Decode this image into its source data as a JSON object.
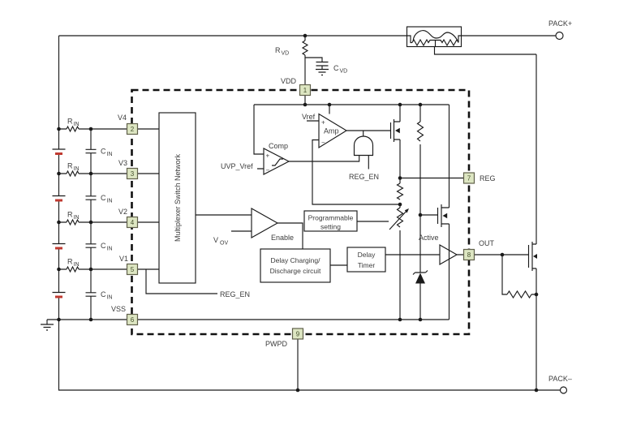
{
  "colors": {
    "background": "#ffffff",
    "line": "#1a1a1a",
    "text": "#3c3c3c",
    "pin_fill": "#dde6c2",
    "pin_border": "#60604a",
    "pin_text": "#44502c",
    "battery_red": "#c03a30"
  },
  "terminals": {
    "pack_plus": "PACK+",
    "pack_minus": "PACK–"
  },
  "passives": {
    "r_vd": {
      "base": "R",
      "sub": "VD"
    },
    "c_vd": {
      "base": "C",
      "sub": "VD"
    },
    "r_in": {
      "base": "R",
      "sub": "IN"
    },
    "c_in": {
      "base": "C",
      "sub": "IN"
    },
    "v_ov": {
      "base": "V",
      "sub": "OV"
    }
  },
  "pins": {
    "p1": {
      "num": "1",
      "label": "VDD"
    },
    "p2": {
      "num": "2",
      "label": "V4"
    },
    "p3": {
      "num": "3",
      "label": "V3"
    },
    "p4": {
      "num": "4",
      "label": "V2"
    },
    "p5": {
      "num": "5",
      "label": "V1"
    },
    "p6": {
      "num": "6",
      "label": "VSS"
    },
    "p7": {
      "num": "7",
      "label": "REG"
    },
    "p8": {
      "num": "8",
      "label": "OUT"
    },
    "p9": {
      "num": "9",
      "label": "PWPD"
    }
  },
  "blocks": {
    "mux": "Multiplexer Switch Network",
    "prog_line1": "Programmable",
    "prog_line2": "setting",
    "delay_line1": "Delay Charging/",
    "delay_line2": "Discharge circuit",
    "timer_line1": "Delay",
    "timer_line2": "Timer"
  },
  "signals": {
    "comp": "Comp",
    "amp": "Amp",
    "vref": "Vref",
    "uvp_vref": "UVP_Vref",
    "reg_en": "REG_EN",
    "enable": "Enable",
    "active": "Active",
    "plus": "+",
    "minus": "−"
  }
}
